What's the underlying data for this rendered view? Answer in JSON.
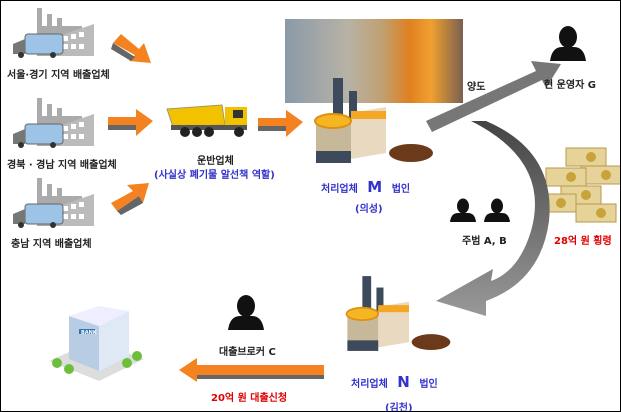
{
  "sources": [
    {
      "label": "서울·경기 지역 배출업체"
    },
    {
      "label": "경북 · 경남 지역 배출업체"
    },
    {
      "label": "충남 지역 배출업체"
    }
  ],
  "transporter": {
    "label": "운반업체",
    "sublabel": "(사실상 폐기물 알선책 역할)"
  },
  "processor_m": {
    "name_prefix": "처리업체",
    "letter": "M",
    "name_suffix": "법인",
    "location": "(의성)"
  },
  "processor_n": {
    "name_prefix": "처리업체",
    "letter": "N",
    "name_suffix": "법인",
    "location": "(김천)"
  },
  "transfer_label": "양도",
  "operator_g": "현 운영자 G",
  "accomplices": "주범 A, B",
  "embezzlement": "28억 원 횡령",
  "broker": "대출브로커 C",
  "loan": "20억 원 대출신청",
  "bank_sign": "BANK",
  "colors": {
    "arrow": "#f58220",
    "blue_text": "#3333cc",
    "red_text": "#e00000"
  }
}
